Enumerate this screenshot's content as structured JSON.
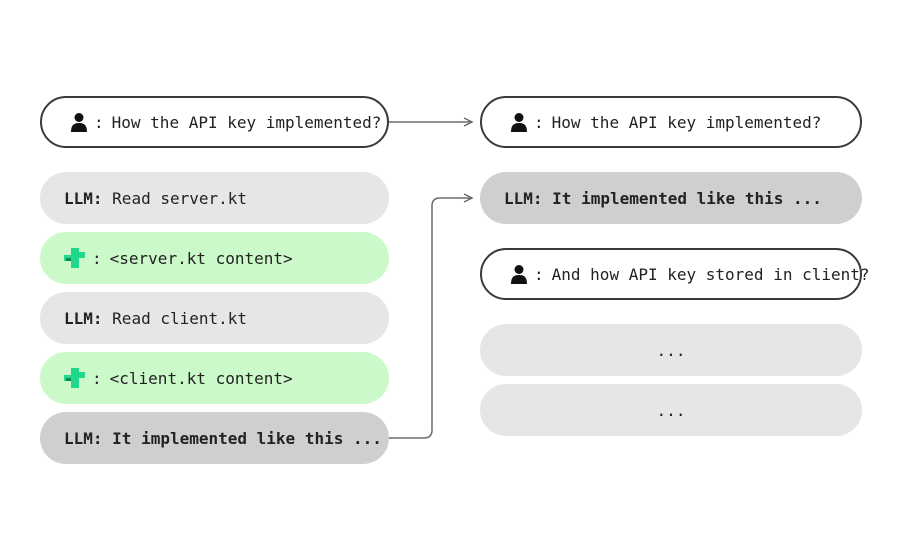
{
  "left_column": {
    "user_question": "How the API key implemented?",
    "llm_read_server": {
      "speaker": "LLM:",
      "text": "Read server.kt"
    },
    "tool_server": "<server.kt content>",
    "llm_read_client": {
      "speaker": "LLM:",
      "text": "Read client.kt"
    },
    "tool_client": "<client.kt content>",
    "llm_answer": "LLM: It implemented like this ..."
  },
  "right_column": {
    "user_question": "How the API key implemented?",
    "llm_answer": "LLM: It implemented like this ...",
    "user_followup": "And how API key stored in client?",
    "ellipsis_1": "...",
    "ellipsis_2": "..."
  },
  "separator": ":",
  "icons": {
    "user": "person-icon",
    "tool": "tool-logo-icon"
  },
  "colors": {
    "user_border": "#3a3a3a",
    "llm_bg": "#e6e6e6",
    "llm_dark_bg": "#cfcfcf",
    "tool_bg": "#ccf9c9",
    "tool_icon": "#21d789",
    "arrow": "#6b6b6b"
  }
}
